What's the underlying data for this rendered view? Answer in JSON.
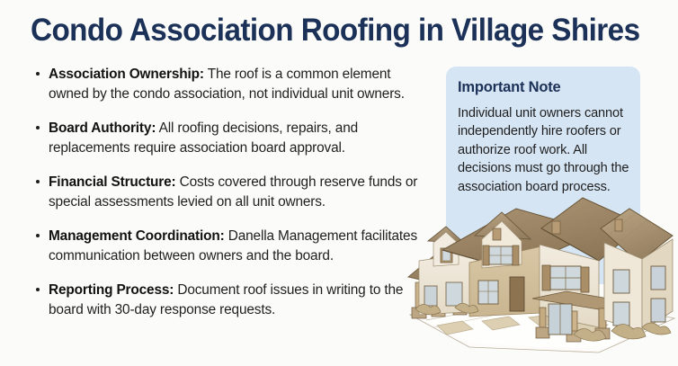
{
  "slide": {
    "title": "Condo Association Roofing in Village Shires",
    "background_color": "#fbfbfa",
    "accent_color": "#1c3157"
  },
  "bullets": [
    {
      "lead": "Association Ownership:",
      "body": " The roof is a common element owned by the condo association, not individual unit owners."
    },
    {
      "lead": "Board Authority:",
      "body": " All roofing decisions, repairs, and replacements require association board approval."
    },
    {
      "lead": "Financial Structure:",
      "body": " Costs covered through reserve funds or special assessments levied on all unit owners."
    },
    {
      "lead": "Management Coordination:",
      "body": " Danella Management facilitates communication between owners and the board."
    },
    {
      "lead": "Reporting Process:",
      "body": " Document roof issues in writing to the board with 30-day response requests."
    }
  ],
  "note": {
    "title": "Important Note",
    "body": "Individual unit owners cannot independently hire roofers or authorize roof work. All decisions must go through the association board process.",
    "background_color": "#d6e5f4"
  },
  "illustration": {
    "name": "townhouse-row-building-illustration",
    "description": "Architectural rendering of a multi-unit condominium townhouse row with shingled gable roofs, dormers, shuttered windows, porch columns and entry walkways"
  }
}
